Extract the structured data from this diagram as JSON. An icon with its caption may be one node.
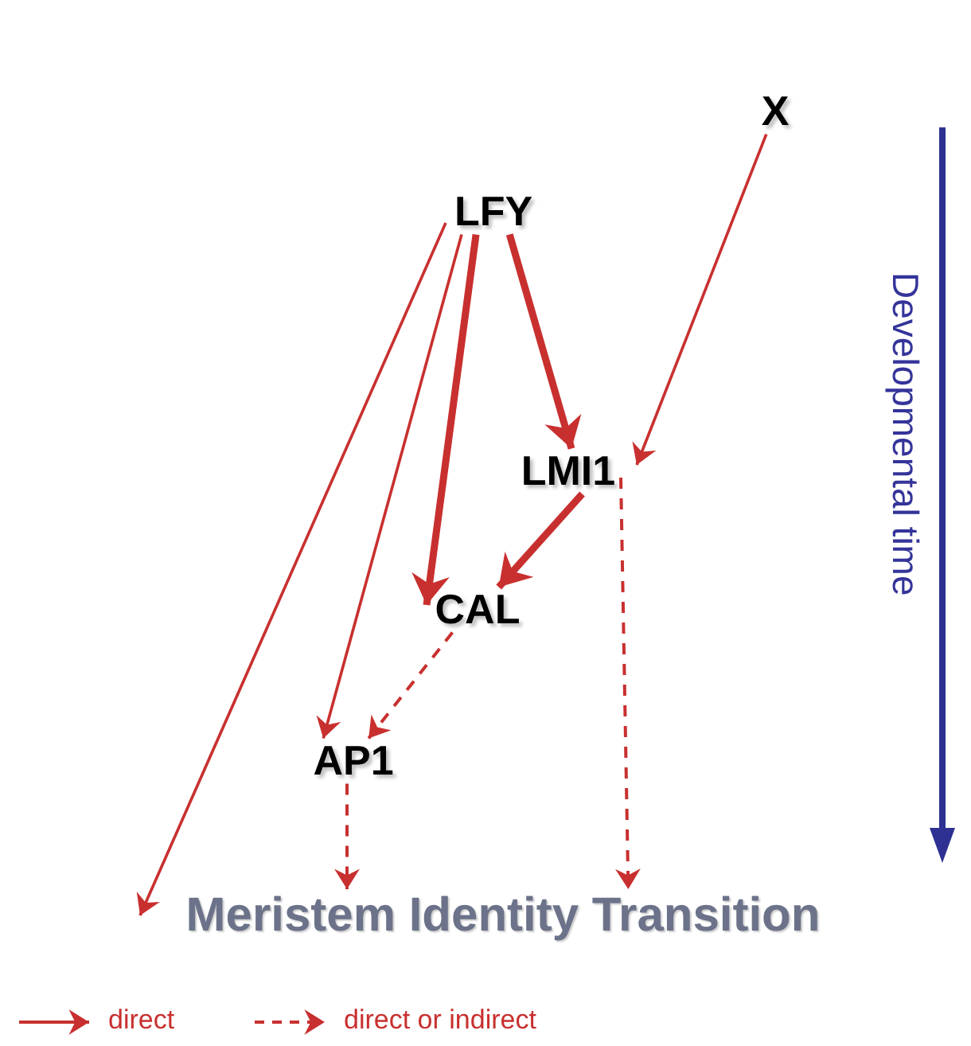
{
  "diagram": {
    "nodes": [
      {
        "text": [
          "X"
        ]
      },
      {
        "text": [
          "LFY"
        ]
      },
      {
        "text": [
          "LMI1"
        ]
      },
      {
        "text": [
          "CAL"
        ]
      },
      {
        "text": [
          "AP1"
        ]
      },
      {
        "text": [
          "Meristem Identity Transition"
        ]
      }
    ],
    "edges": [
      {
        "from": 0,
        "to": 2,
        "arrow": "to"
      },
      {
        "from": 1,
        "to": 2,
        "arrow": "to",
        "style": "thick"
      },
      {
        "from": 1,
        "to": 3,
        "arrow": "to",
        "style": "thick"
      },
      {
        "from": 1,
        "to": 4,
        "arrow": "to"
      },
      {
        "from": 1,
        "to": 5,
        "arrow": "to"
      },
      {
        "from": 2,
        "to": 3,
        "arrow": "to",
        "style": "thick"
      },
      {
        "from": 3,
        "to": 4,
        "arrow": "to",
        "style": "dashed"
      },
      {
        "from": 4,
        "to": 5,
        "arrow": "to",
        "style": "dashed"
      },
      {
        "from": 2,
        "to": 5,
        "arrow": "to",
        "style": "dashed"
      }
    ],
    "labels": [
      "Developmental time"
    ],
    "legend": [
      {
        "text": "direct"
      },
      {
        "text": "direct or indirect"
      }
    ]
  }
}
